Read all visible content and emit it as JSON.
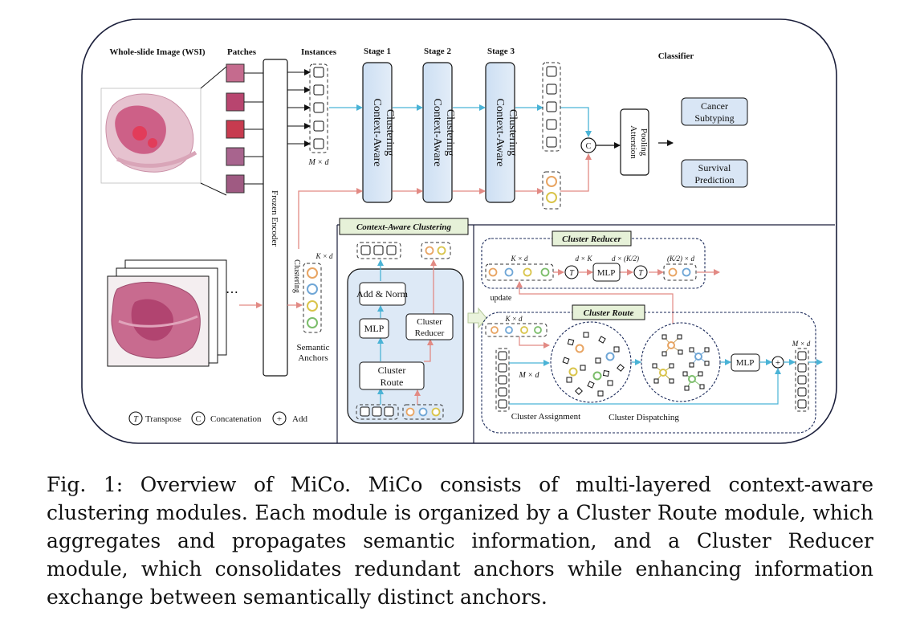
{
  "figure": {
    "wsi_title": "Whole-slide Image (WSI)",
    "patches_title": "Patches",
    "instances_title": "Instances",
    "stage1": "Stage 1",
    "stage2": "Stage 2",
    "stage3": "Stage 3",
    "classifier_title": "Classifier",
    "context_aware": "Context-Aware",
    "clustering": "Clustering",
    "frozen_encoder": "Frozen Encoder",
    "m_times_d": "M × d",
    "k_times_d": "K × d",
    "semantic": "Semantic",
    "anchors": "Anchors",
    "attention": "Attention",
    "pooling": "Pooling",
    "concat_symbol": "C",
    "transpose_symbol": "T",
    "add_symbol": "+",
    "cancer": "Cancer",
    "subtyping": "Subtyping",
    "survival": "Survival",
    "prediction": "Prediction",
    "cac_panel_title": "Context-Aware Clustering",
    "add_norm": "Add & Norm",
    "mlp": "MLP",
    "cluster": "Cluster",
    "reducer": "Reducer",
    "route": "Route",
    "cluster_reducer_title": "Cluster Reducer",
    "cluster_route_title": "Cluster Route",
    "d_times_k": "d × K",
    "d_times_k_half": "d × (K/2)",
    "k_half_times_d": "(K/2) × d",
    "update": "update",
    "cluster_assignment": "Cluster Assignment",
    "cluster_dispatching": "Cluster Dispatching",
    "legend_transpose": "Transpose",
    "legend_concatenation": "Concatenation",
    "legend_add": "Add",
    "ellipsis": "⋯",
    "colors": {
      "stage_fill": "#d9e6f5",
      "panel_fill": "#dde9f6",
      "title_fill": "#e6f1d8",
      "arrow_blue": "#4ab3d6",
      "arrow_red": "#e28a84",
      "anchor_orange": "#e8a462",
      "anchor_blue": "#6fa6d6",
      "anchor_yellow": "#d9c44a",
      "anchor_green": "#7bbd6a",
      "tissue": "#c84f7a"
    }
  },
  "caption": "Fig. 1: Overview of MiCo. MiCo consists of multi-layered context-aware clustering modules. Each module is organized by a Cluster Route module, which aggregates and propagates semantic information, and a Cluster Reducer module, which consolidates redundant anchors while enhancing information exchange between semantically distinct anchors."
}
